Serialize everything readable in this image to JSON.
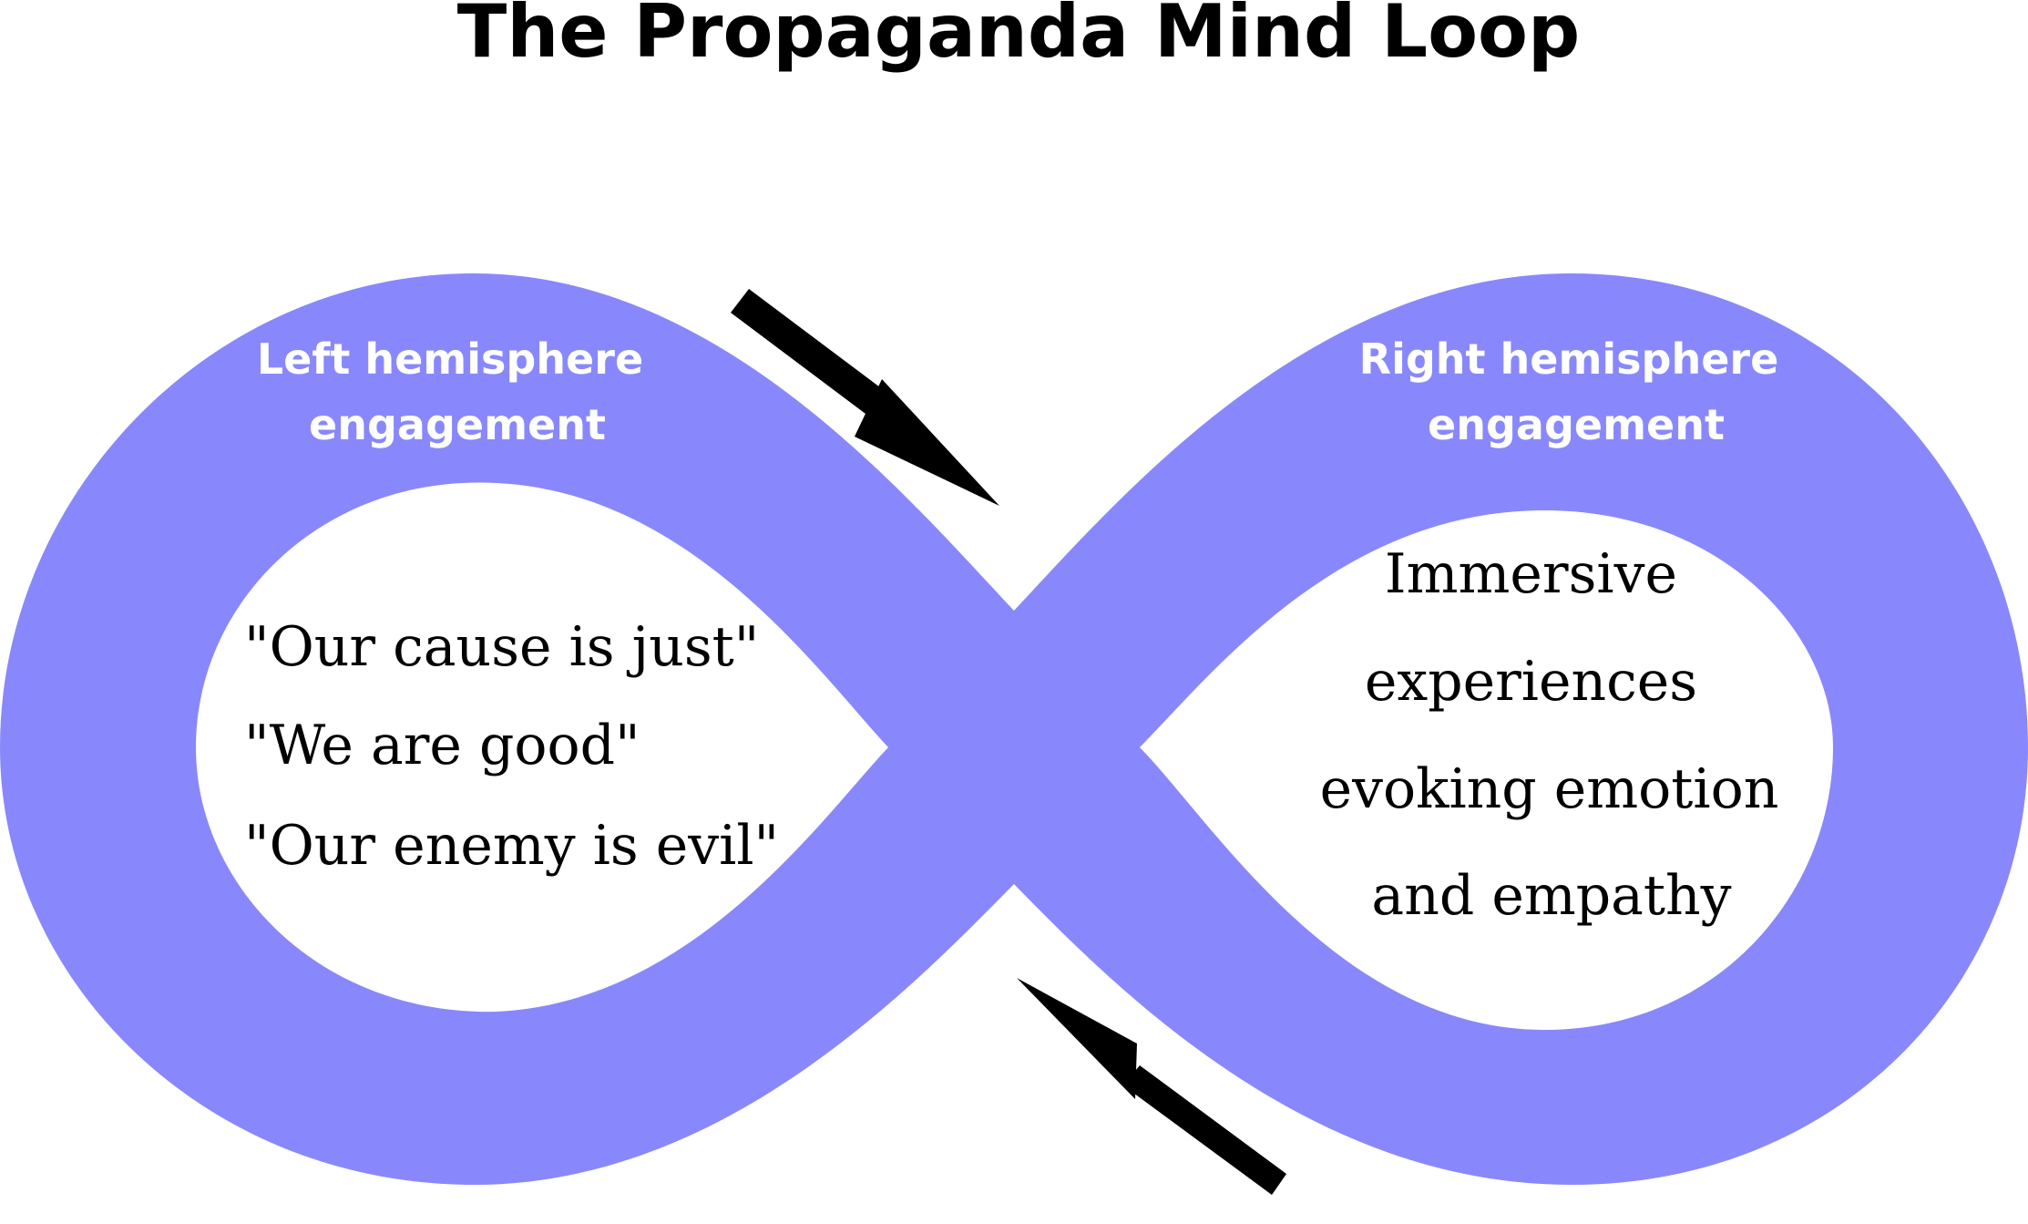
{
  "title": "The Propaganda Mind Loop",
  "colors": {
    "loop": "#8888fc",
    "caption_text": "#ffffff",
    "body_text": "#000000",
    "arrow": "#000000",
    "background": "#ffffff"
  },
  "left_lobe": {
    "heading": [
      "Left hemisphere",
      "engagement"
    ],
    "lines": [
      "\"Our cause is just\"",
      "\"We are good\"",
      "\"Our enemy is evil\""
    ]
  },
  "right_lobe": {
    "heading": [
      "Right hemisphere",
      "engagement"
    ],
    "lines": [
      "Immersive",
      "experiences",
      "evoking emotion",
      "and empathy"
    ]
  },
  "arrows": [
    {
      "name": "arrow-top-down-icon"
    },
    {
      "name": "arrow-bottom-up-icon"
    }
  ]
}
